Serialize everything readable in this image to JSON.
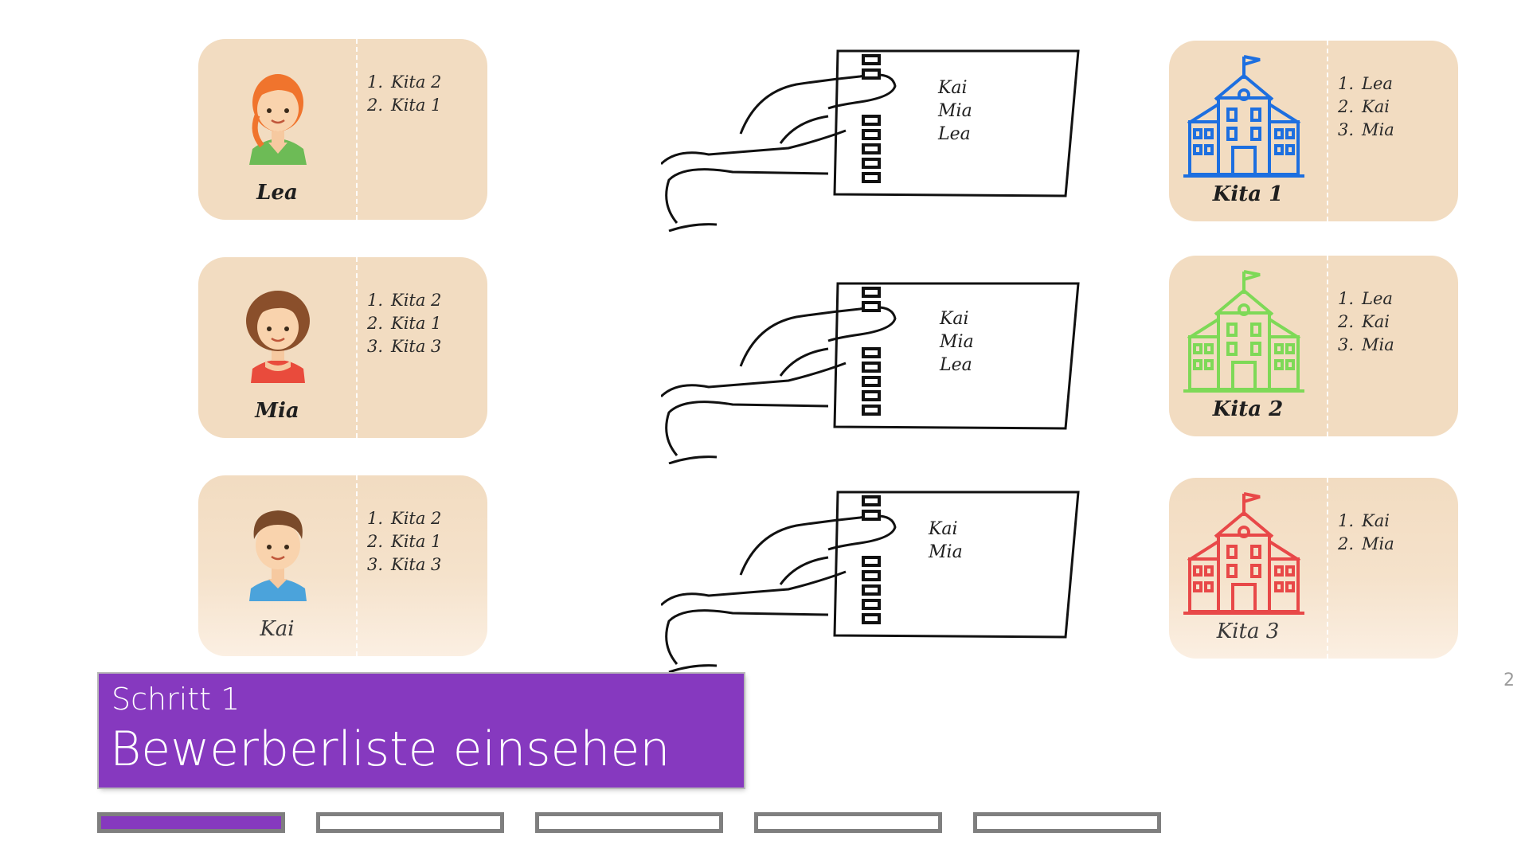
{
  "children": [
    {
      "name": "Lea",
      "prefs": [
        "Kita 2",
        "Kita 1"
      ],
      "style": "bold"
    },
    {
      "name": "Mia",
      "prefs": [
        "Kita 2",
        "Kita 1",
        "Kita 3"
      ],
      "style": "bold"
    },
    {
      "name": "Kai",
      "prefs": [
        "Kita 2",
        "Kita 1",
        "Kita 3"
      ],
      "style": "light"
    }
  ],
  "kitas": [
    {
      "name": "Kita 1",
      "color": "#1d6fe0",
      "prefs": [
        "Lea",
        "Kai",
        "Mia"
      ]
    },
    {
      "name": "Kita 2",
      "color": "#7ed957",
      "prefs": [
        "Lea",
        "Kai",
        "Mia"
      ]
    },
    {
      "name": "Kita 3",
      "color": "#e84848",
      "prefs": [
        "Kai",
        "Mia"
      ]
    }
  ],
  "applicant_lists": [
    [
      "Kai",
      "Mia",
      "Lea"
    ],
    [
      "Kai",
      "Mia",
      "Lea"
    ],
    [
      "Kai",
      "Mia"
    ]
  ],
  "numbers": [
    "1.",
    "2.",
    "3."
  ],
  "step": {
    "label": "Schritt 1",
    "title": "Bewerberliste einsehen",
    "accent": "#8639bf"
  },
  "slide_number": "2",
  "progress": {
    "total": 5,
    "current": 1
  }
}
